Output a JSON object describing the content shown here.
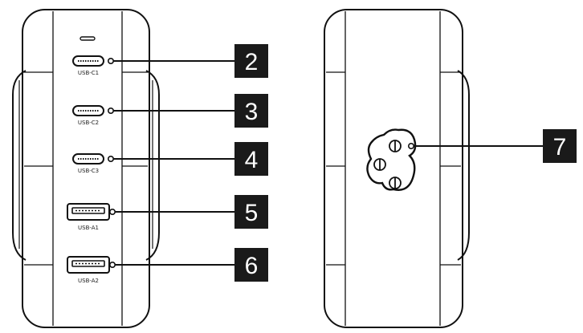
{
  "diagram": {
    "ports": [
      {
        "label": "USB-C1",
        "type": "usb-c",
        "callout": "2"
      },
      {
        "label": "USB-C2",
        "type": "usb-c",
        "callout": "3"
      },
      {
        "label": "USB-C3",
        "type": "usb-c",
        "callout": "4"
      },
      {
        "label": "USB-A1",
        "type": "usb-a",
        "callout": "5"
      },
      {
        "label": "USB-A2",
        "type": "usb-a",
        "callout": "6"
      }
    ],
    "power_inlet": {
      "callout": "7"
    }
  },
  "colors": {
    "outline": "#111111",
    "callout_bg": "#1a1a1a",
    "callout_text": "#ffffff"
  }
}
